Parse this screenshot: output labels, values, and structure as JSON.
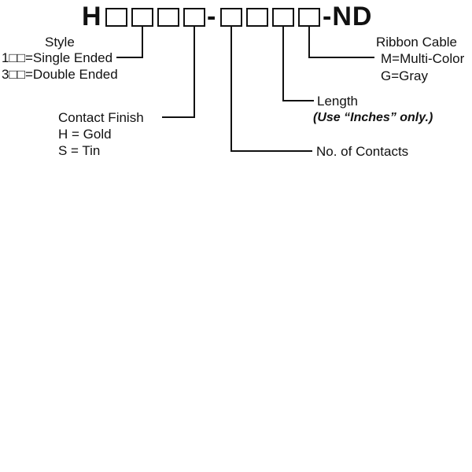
{
  "part_number": {
    "prefix": "H",
    "separator": "-",
    "suffix": "-ND",
    "group1_box_count": 4,
    "group2_box_count": 4
  },
  "legend": {
    "style": {
      "title": "Style",
      "option_a": "1□□=Single Ended",
      "option_b": "3□□=Double Ended"
    },
    "contact_finish": {
      "title": "Contact Finish",
      "option_a": "H = Gold",
      "option_b": "S = Tin"
    },
    "ribbon_cable": {
      "title": "Ribbon Cable",
      "option_a": "M=Multi-Color",
      "option_b": "G=Gray"
    },
    "length": {
      "title": "Length",
      "note": "(Use “Inches” only.)"
    },
    "contacts": {
      "title": "No. of Contacts"
    }
  },
  "colors": {
    "ink": "#111111",
    "background": "#ffffff"
  }
}
